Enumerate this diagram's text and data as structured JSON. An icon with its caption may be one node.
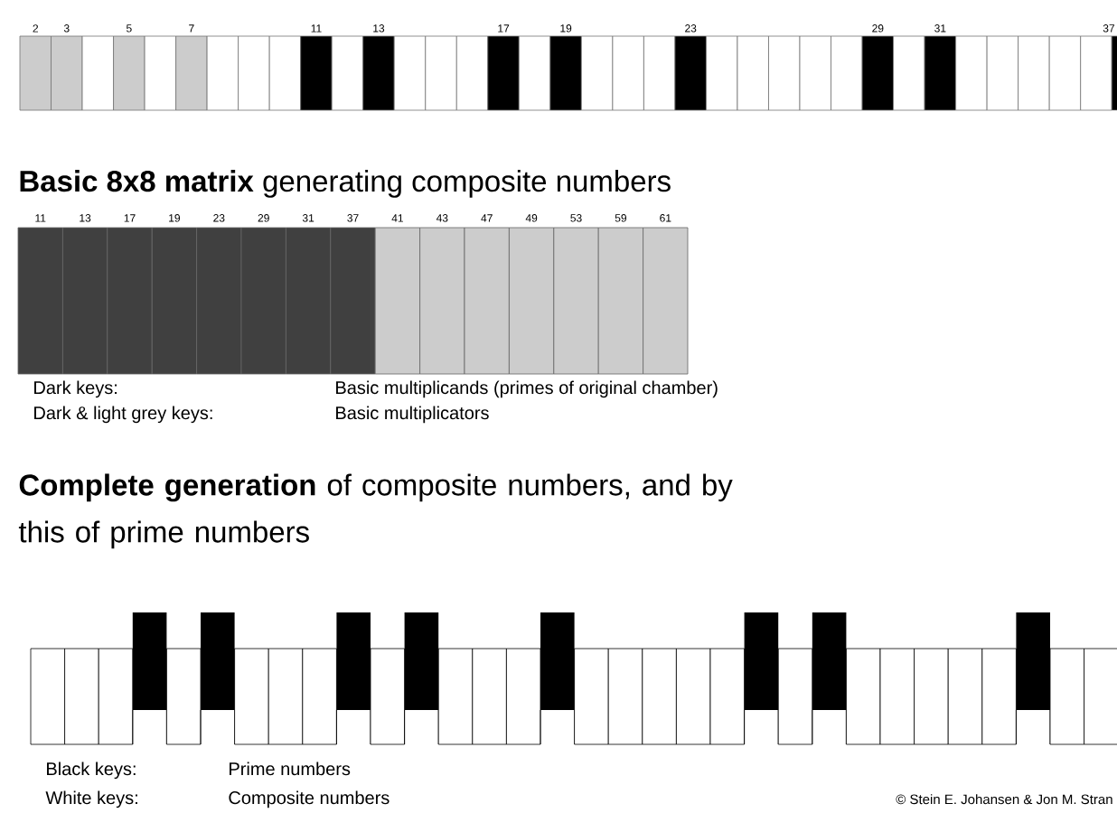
{
  "diagram": {
    "labels": [
      "2",
      "3",
      "5",
      "7",
      "11",
      "13",
      "17",
      "19",
      "23",
      "29",
      "31",
      "37",
      "**Basic 8x8 matrix** generating composite numbers",
      "11",
      "13",
      "17",
      "19",
      "23",
      "29",
      "31",
      "37",
      "41",
      "43",
      "47",
      "49",
      "53",
      "59",
      "61",
      "Dark keys:",
      "Basic multiplicands (primes of original chamber)",
      "Dark & light grey keys:",
      "Basic multiplicators",
      "**Complete generation** of composite numbers, and by this of prime numbers",
      "Black keys:",
      "Prime numbers",
      "White keys:",
      "Composite numbers",
      "© Stein E. Johansen & Jon M. Stran"
    ]
  }
}
